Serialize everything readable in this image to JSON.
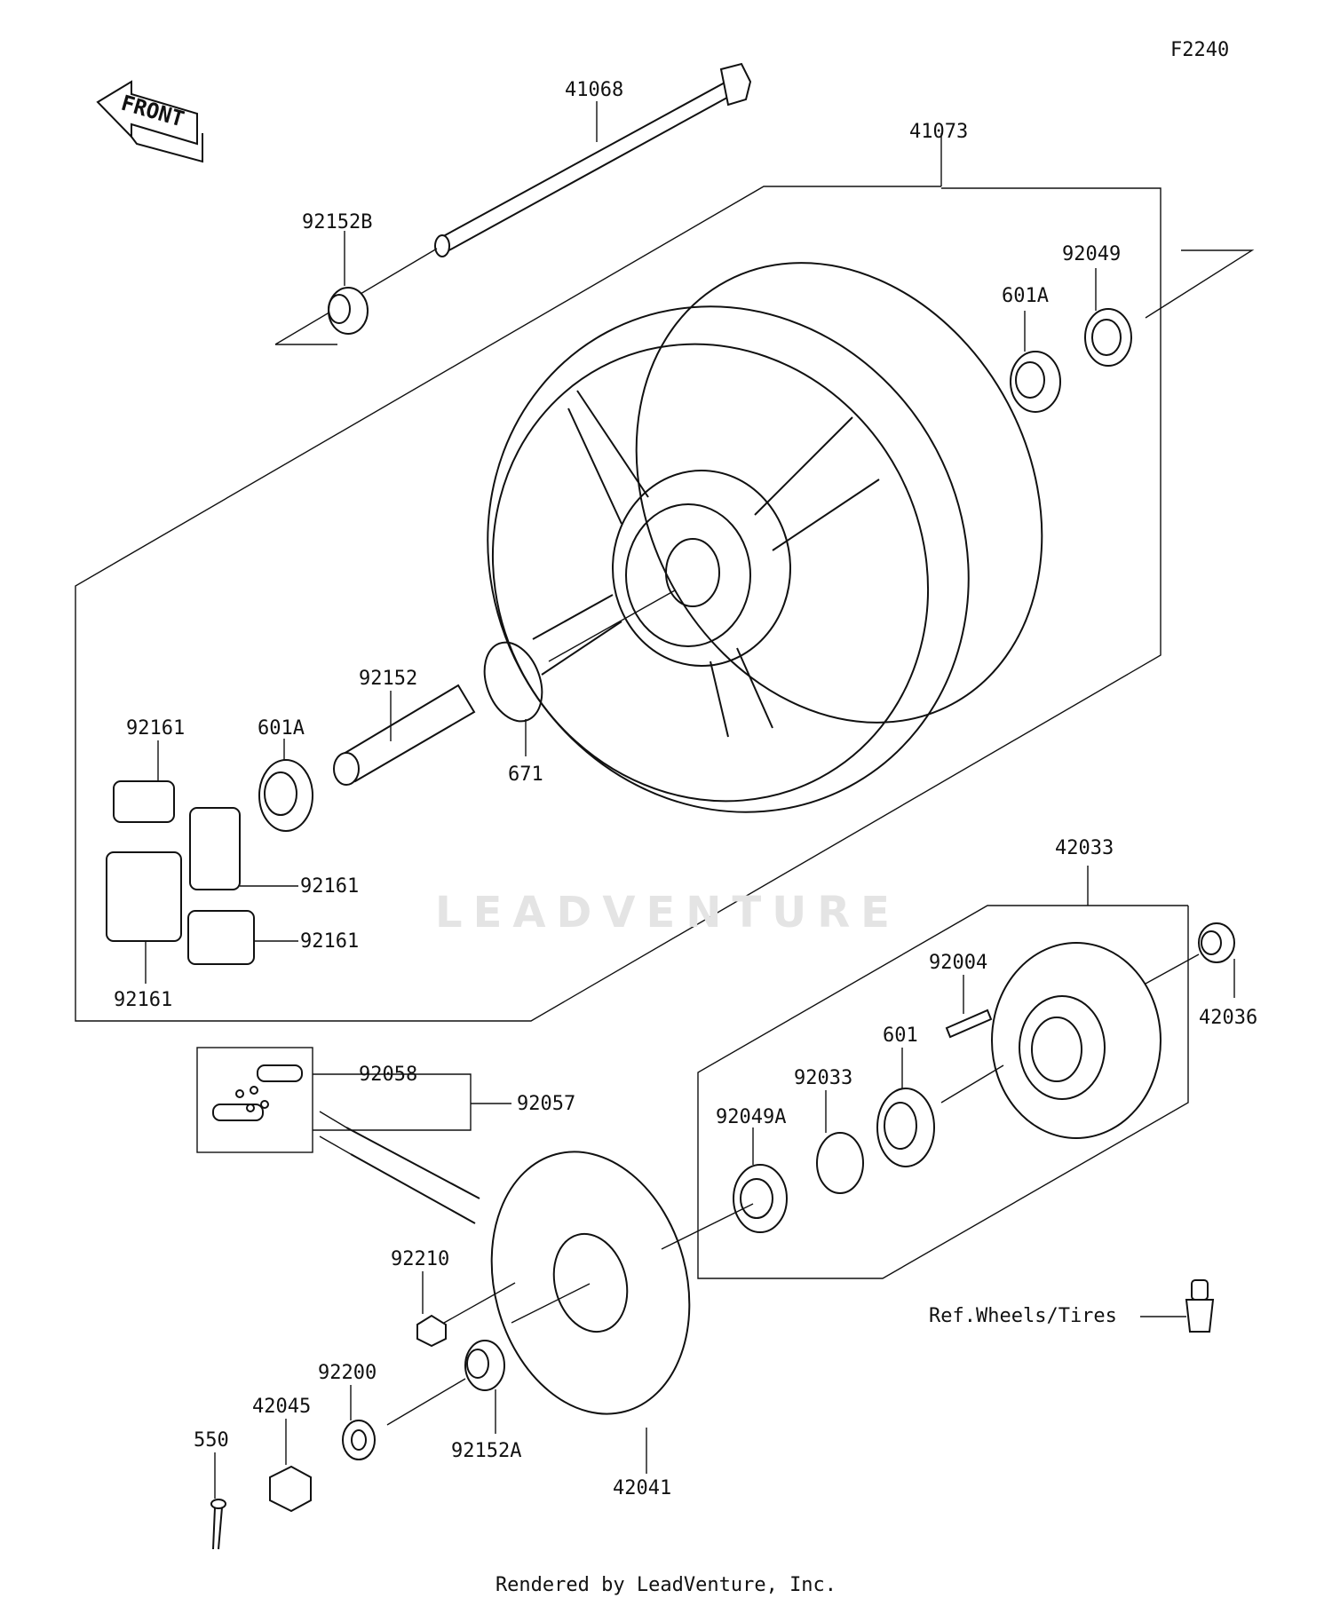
{
  "diagram_code": "F2240",
  "direction_label": "FRONT",
  "watermark": "LEADVENTURE",
  "footer": "Rendered by LeadVenture, Inc.",
  "reference_label": "Ref.Wheels/Tires",
  "parts": {
    "axle": "41068",
    "wheel": "41073",
    "collar_left": "92152B",
    "oil_seal_right": "92049",
    "bearing_right": "601A",
    "collar_center": "92152",
    "bearing_left": "601A",
    "o_ring": "671",
    "damper_top": "92161",
    "damper_mid": "92161",
    "damper_lower": "92161",
    "damper_bottom": "92161",
    "coupling": "42033",
    "collar_coupling": "42036",
    "stud": "92004",
    "bearing_coupling": "601",
    "circlip": "92033",
    "oil_seal_coupling": "92049A",
    "chain_link": "92058",
    "chain": "92057",
    "sprocket_nut": "92210",
    "sprocket": "42041",
    "washer": "92200",
    "collar_sprocket": "92152A",
    "axle_nut": "42045",
    "cotter_pin": "550"
  }
}
